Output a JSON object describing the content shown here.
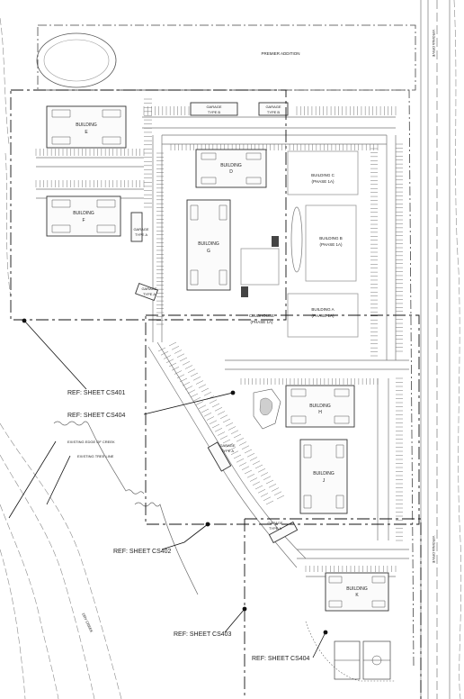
{
  "site_labels": {
    "premier_addition": "PREMIER ADDITION",
    "virginia_drive_top": "VIRGINIA DRIVE",
    "virginia_drive_bottom": "VIRGINIA DRIVE",
    "existing_edge_of_creek": "EXISTING EDGE OF CREEK",
    "existing_tree_line": "EXISTING TREE LINE",
    "dry_creek": "DRY CREEK"
  },
  "buildings": {
    "e": {
      "name": "BUILDING",
      "letter": "E"
    },
    "f": {
      "name": "BUILDING",
      "letter": "F"
    },
    "d": {
      "name": "BUILDING",
      "letter": "D"
    },
    "g": {
      "name": "BUILDING",
      "letter": "G"
    },
    "c": {
      "name": "BUILDING C",
      "phase": "(PHASE 1A)"
    },
    "b": {
      "name": "BUILDING B",
      "phase": "(PHASE 1A)"
    },
    "a": {
      "name": "BUILDING A",
      "phase": "(PHASE 1A)"
    },
    "h": {
      "name": "BUILDING",
      "letter": "H"
    },
    "j": {
      "name": "BUILDING",
      "letter": "J"
    },
    "k": {
      "name": "BUILDING",
      "letter": "K"
    },
    "clubhouse": {
      "name": "CLUBHOUSE",
      "phase": "(PHASE 1A)"
    }
  },
  "garages": {
    "type_b_1": {
      "line1": "GARAGE",
      "line2": "TYPE B"
    },
    "type_b_2": {
      "line1": "GARAGE",
      "line2": "TYPE B"
    },
    "type_a_1": {
      "line1": "GARAGE",
      "line2": "TYPE A"
    },
    "type_a_2": {
      "line1": "GARAGE",
      "line2": "TYPE A"
    },
    "type_a_3": {
      "line1": "GARAGE",
      "line2": "TYPE A"
    },
    "type_a_4": {
      "line1": "GARAGE",
      "line2": "TYPE A"
    }
  },
  "sheet_refs": {
    "cs401": "REF: SHEET CS401",
    "cs402": "REF: SHEET CS402",
    "cs403": "REF: SHEET CS403",
    "cs404_a": "REF: SHEET CS404",
    "cs404_b": "REF: SHEET CS404"
  }
}
